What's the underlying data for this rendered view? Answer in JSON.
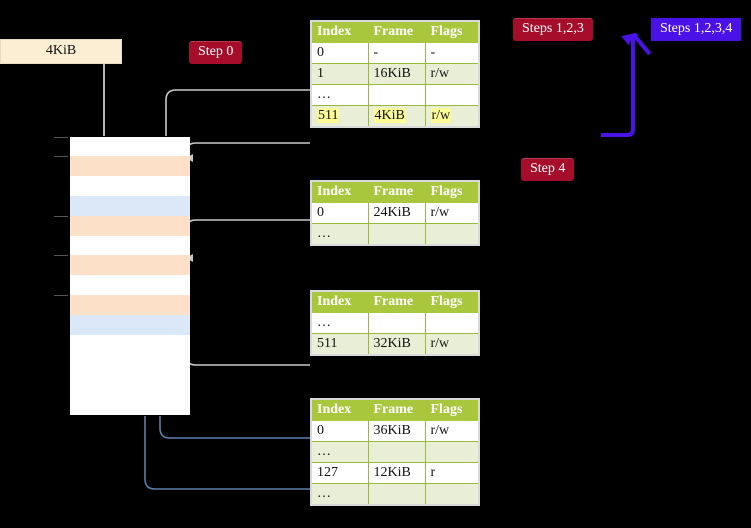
{
  "diagram": {
    "title_badges": [
      {
        "id": "steps-123",
        "label": "Steps 1,2,3",
        "color": "#a50d2a"
      },
      {
        "id": "steps-1234",
        "label": "Steps 1,2,3,4",
        "color": "#4b12e8"
      },
      {
        "id": "step-0",
        "label": "Step 0",
        "color": "#a50d2a"
      },
      {
        "id": "step-4",
        "label": "Step 4",
        "color": "#a50d2a"
      }
    ],
    "source_box": {
      "label": "4KiB",
      "fill": "#fbeed2",
      "border": "#e7dcc0"
    },
    "columns": [
      "Index",
      "Frame",
      "Flags"
    ],
    "tables": [
      {
        "id": "table-level4",
        "rows": [
          {
            "index": "0",
            "frame": "-",
            "flags": "-",
            "shade": "plain",
            "highlight": false
          },
          {
            "index": "1",
            "frame": "16KiB",
            "flags": "r/w",
            "shade": "alt",
            "highlight": false
          },
          {
            "index": "…",
            "frame": "",
            "flags": "",
            "shade": "plain",
            "highlight": false
          },
          {
            "index": "511",
            "frame": "4KiB",
            "flags": "r/w",
            "shade": "alt",
            "highlight": true
          }
        ]
      },
      {
        "id": "table-level3",
        "rows": [
          {
            "index": "0",
            "frame": "24KiB",
            "flags": "r/w",
            "shade": "plain",
            "highlight": false
          },
          {
            "index": "…",
            "frame": "",
            "flags": "",
            "shade": "alt",
            "highlight": false
          }
        ]
      },
      {
        "id": "table-level2",
        "rows": [
          {
            "index": "…",
            "frame": "",
            "flags": "",
            "shade": "plain",
            "highlight": false
          },
          {
            "index": "511",
            "frame": "32KiB",
            "flags": "r/w",
            "shade": "alt",
            "highlight": false
          }
        ]
      },
      {
        "id": "table-level1",
        "rows": [
          {
            "index": "0",
            "frame": "36KiB",
            "flags": "r/w",
            "shade": "plain",
            "highlight": false
          },
          {
            "index": "…",
            "frame": "",
            "flags": "",
            "shade": "alt",
            "highlight": false
          },
          {
            "index": "127",
            "frame": "12KiB",
            "flags": "r",
            "shade": "plain",
            "highlight": false
          },
          {
            "index": "…",
            "frame": "",
            "flags": "",
            "shade": "alt",
            "highlight": false
          }
        ]
      }
    ],
    "memory_column": {
      "fill_white": "#ffffff",
      "fill_orange": "#fde0c8",
      "fill_blue": "#dbe8f7",
      "rows": [
        {
          "shade": "white",
          "tick": true
        },
        {
          "shade": "orange",
          "tick": true
        },
        {
          "shade": "white",
          "tick": false
        },
        {
          "shade": "blue",
          "tick": false
        },
        {
          "shade": "orange",
          "tick": true
        },
        {
          "shade": "white",
          "tick": false
        },
        {
          "shade": "orange",
          "tick": true
        },
        {
          "shade": "white",
          "tick": false
        },
        {
          "shade": "orange",
          "tick": true
        },
        {
          "shade": "blue",
          "tick": false
        },
        {
          "shade": "white",
          "tick": false
        },
        {
          "shade": "white",
          "tick": false
        },
        {
          "shade": "white",
          "tick": false
        },
        {
          "shade": "white",
          "tick": false
        }
      ]
    },
    "connector_colors": {
      "gray": "#c9c9c9",
      "gray_arrow": "#c2c2c2",
      "blue": "#5b7faa",
      "blue_arrow": "#4a6e9c",
      "violet": "#4b12e8"
    }
  }
}
